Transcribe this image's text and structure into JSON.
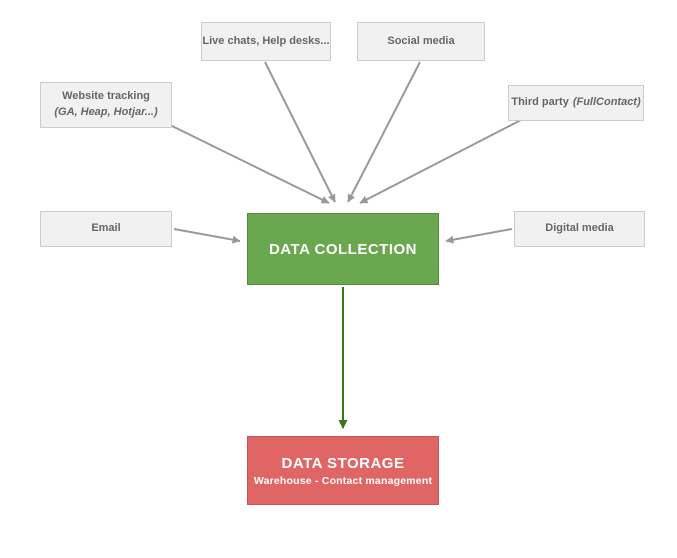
{
  "diagram": {
    "colors": {
      "source_box_bg": "#f1f1f1",
      "source_box_border": "#cccccc",
      "source_text": "#666666",
      "collection_bg": "#6aa84f",
      "storage_bg": "#e06666",
      "arrow_gray": "#999999",
      "arrow_green": "#38761d",
      "box_text": "#ffffff"
    },
    "sources": {
      "live_chats": {
        "label": "Live chats, Help desks..."
      },
      "social_media": {
        "label": "Social media"
      },
      "website_tracking": {
        "label": "Website tracking",
        "sublabel": "(GA, Heap, Hotjar...)"
      },
      "third_party": {
        "label": "Third party",
        "sublabel": "(FullContact)"
      },
      "email": {
        "label": "Email"
      },
      "digital_media": {
        "label": "Digital media"
      }
    },
    "collection": {
      "label": "DATA COLLECTION"
    },
    "storage": {
      "label": "DATA STORAGE",
      "sublabel": "Warehouse - Contact management"
    }
  }
}
